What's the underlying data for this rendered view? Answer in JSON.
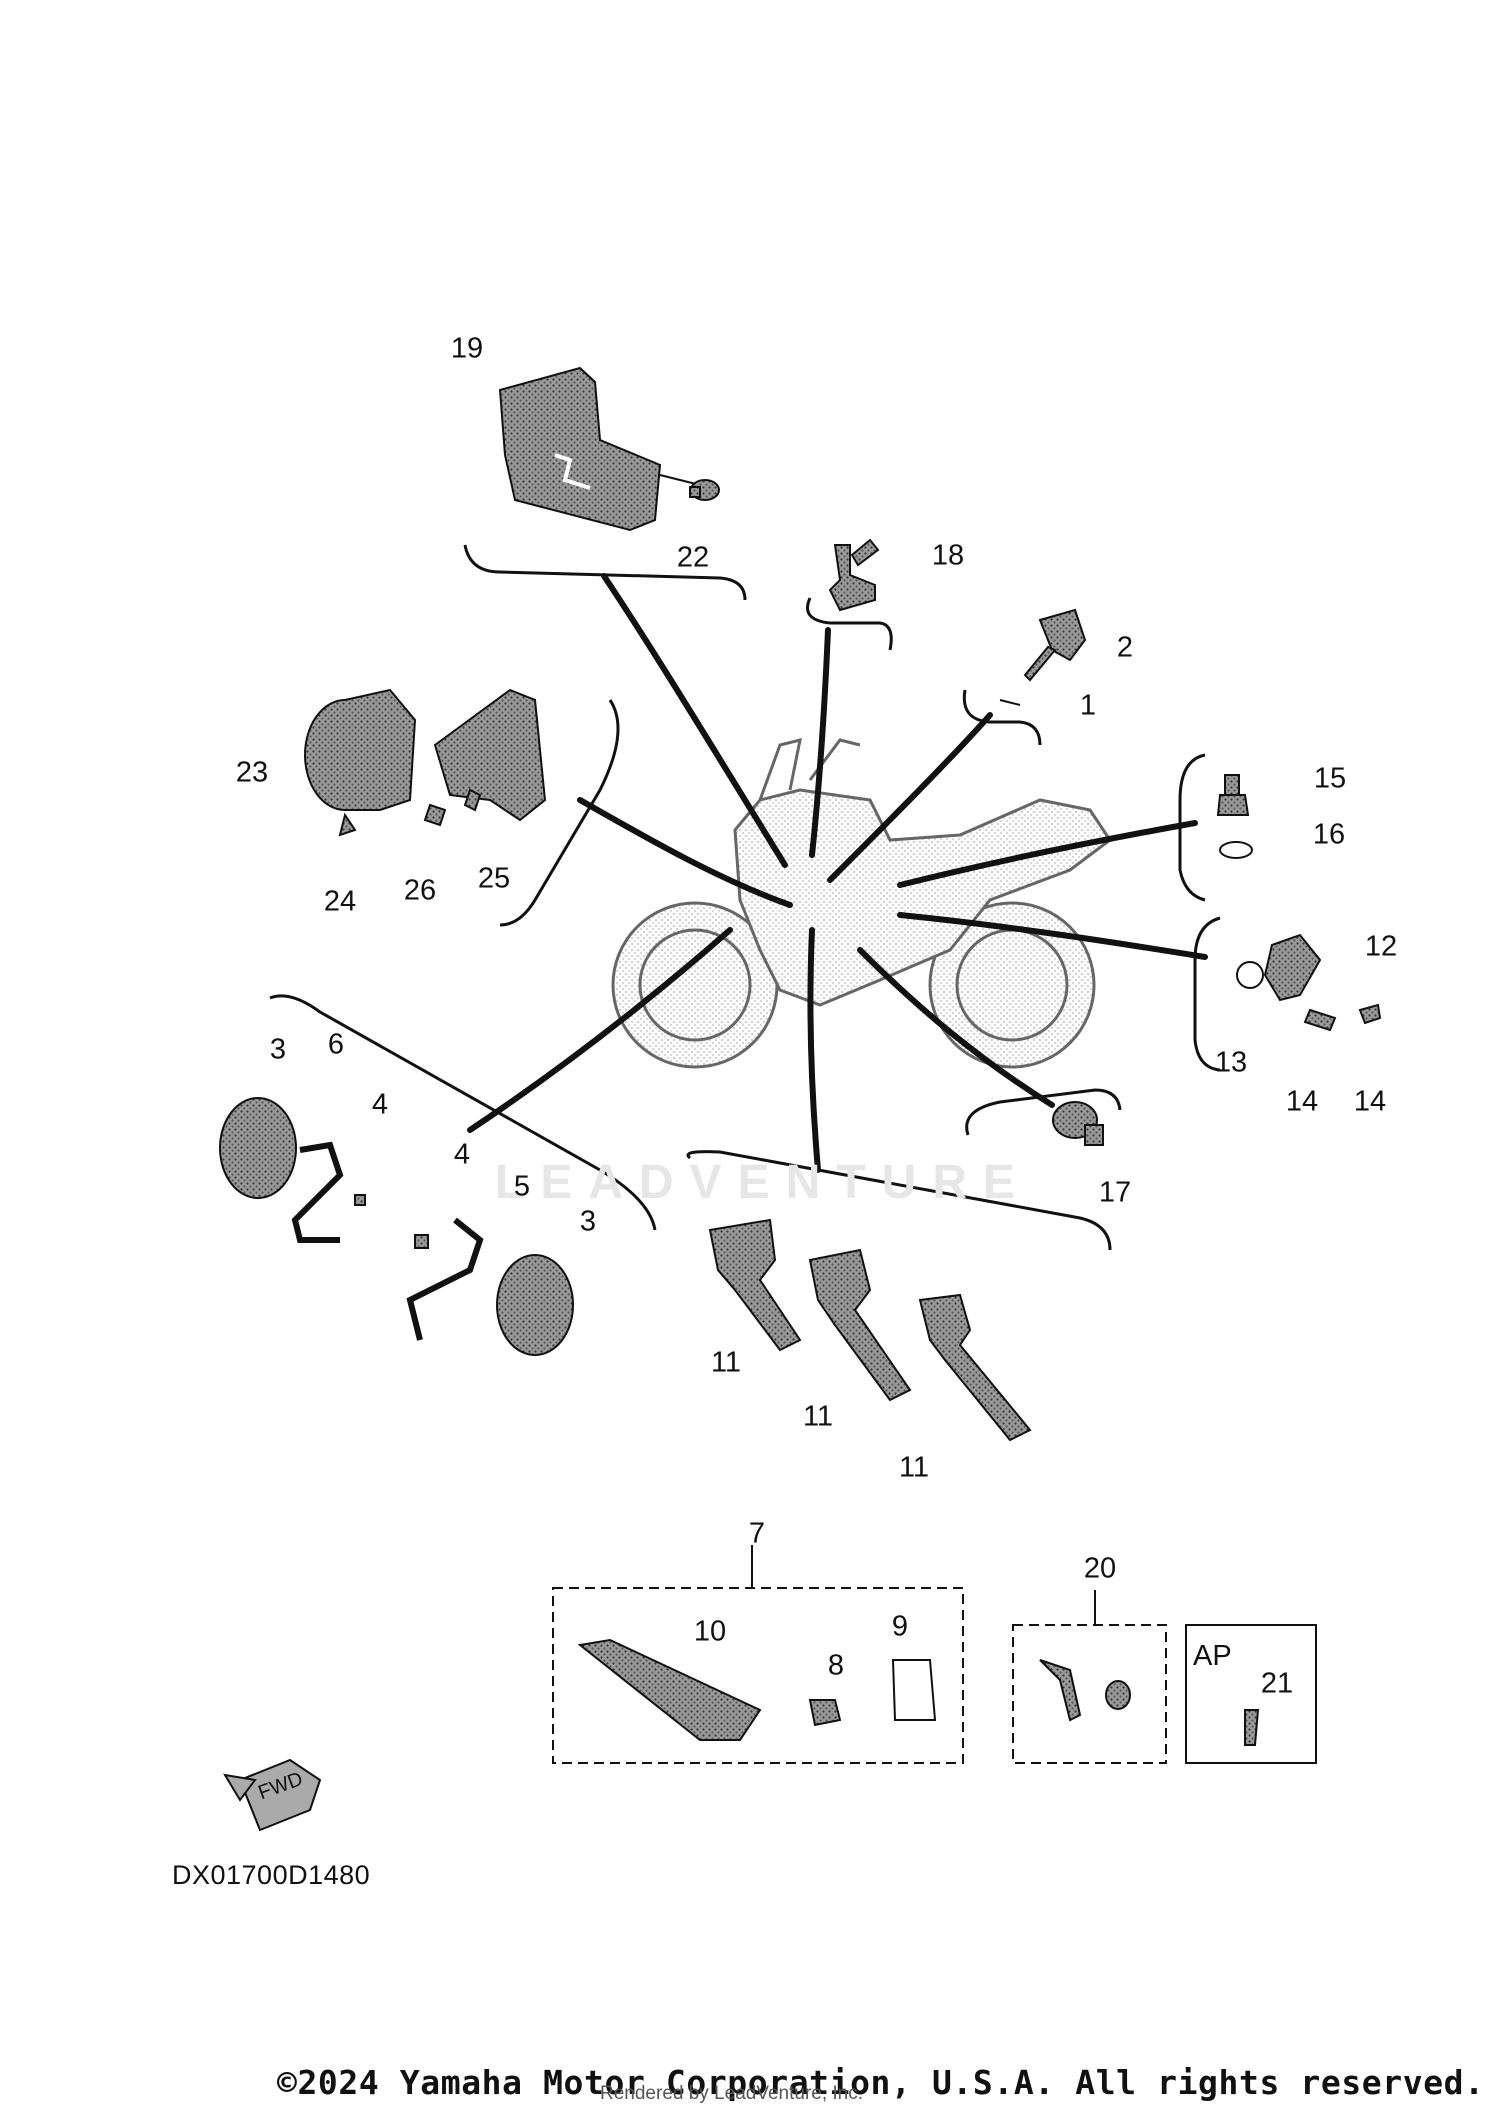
{
  "diagram": {
    "callouts": [
      "1",
      "2",
      "3",
      "3",
      "4",
      "4",
      "5",
      "6",
      "7",
      "8",
      "9",
      "10",
      "11",
      "11",
      "11",
      "12",
      "13",
      "14",
      "14",
      "15",
      "16",
      "17",
      "18",
      "19",
      "20",
      "21",
      "22",
      "23",
      "24",
      "25",
      "26"
    ],
    "accessory_box_label": "AP",
    "diagram_code": "DX01700D1480",
    "forward_arrow_label": "FWD",
    "watermark": "LEADVENTURE",
    "copyright": "©2024 Yamaha Motor Corporation, U.S.A. All rights reserved.",
    "render_credit": "Rendered by LeadVenture, Inc."
  }
}
